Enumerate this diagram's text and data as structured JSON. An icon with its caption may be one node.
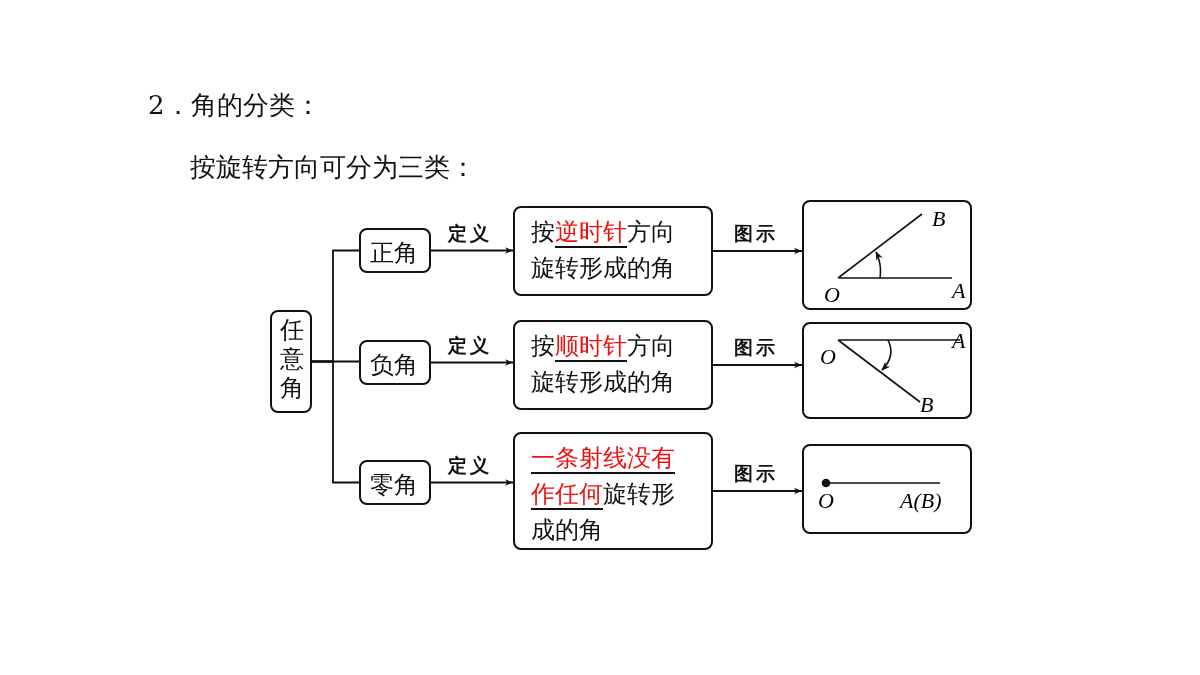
{
  "diagram": {
    "title": "2．角的分类：",
    "nodes": [
      {
        "text": [
          "任意角"
        ]
      },
      {
        "text": [
          "正角"
        ]
      },
      {
        "text": [
          "负角"
        ]
      },
      {
        "text": [
          "零角"
        ]
      },
      {
        "text": [
          "按",
          "逆时针",
          "方向旋转形成的角"
        ]
      },
      {
        "text": [
          "按",
          "顺时针",
          "方向旋转形成的角"
        ]
      },
      {
        "text": [
          "一条射线没有作任何",
          "旋转形成的角"
        ]
      },
      {
        "text": [
          "B",
          "O",
          "A"
        ]
      },
      {
        "text": [
          "O",
          "A",
          "B"
        ]
      },
      {
        "text": [
          "O",
          "A(B)"
        ]
      }
    ],
    "edges": [
      {
        "from": 0,
        "to": 1,
        "arrow": "none"
      },
      {
        "from": 0,
        "to": 2,
        "arrow": "none"
      },
      {
        "from": 0,
        "to": 3,
        "arrow": "none"
      },
      {
        "from": 1,
        "to": 4,
        "arrow": "to",
        "label": "定义"
      },
      {
        "from": 2,
        "to": 5,
        "arrow": "to",
        "label": "定义"
      },
      {
        "from": 3,
        "to": 6,
        "arrow": "to",
        "label": "定义"
      },
      {
        "from": 4,
        "to": 7,
        "arrow": "to",
        "label": "图示"
      },
      {
        "from": 5,
        "to": 8,
        "arrow": "to",
        "label": "图示"
      },
      {
        "from": 6,
        "to": 9,
        "arrow": "to",
        "label": "图示"
      }
    ],
    "labels": [
      "按旋转方向可分为三类："
    ]
  }
}
